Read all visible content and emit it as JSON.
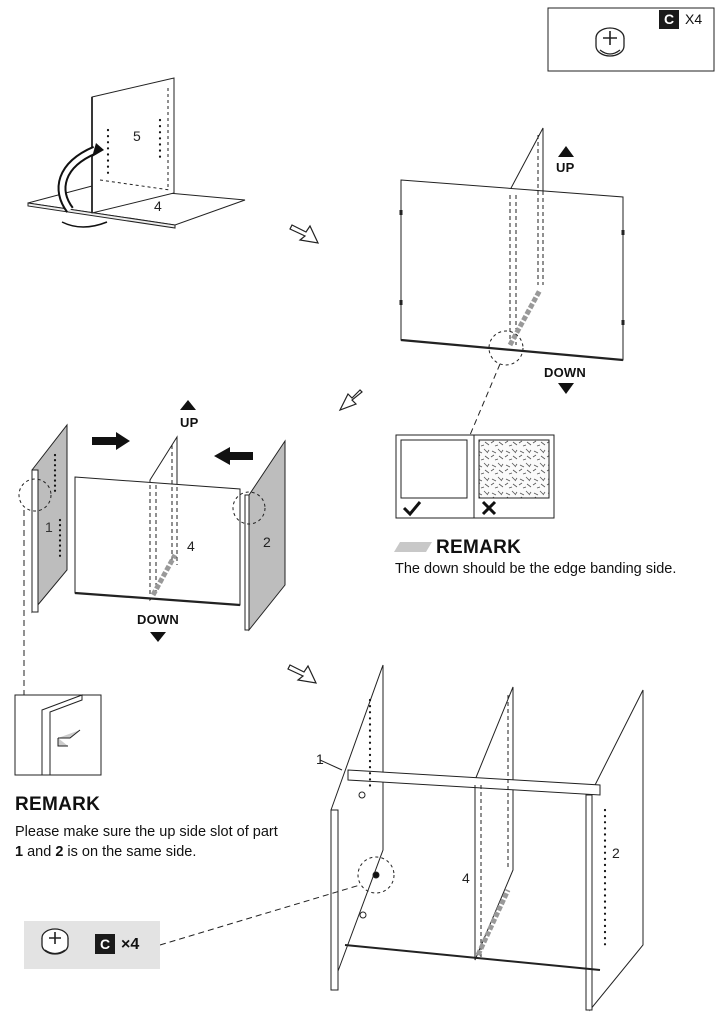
{
  "hardware_box_top": {
    "badge": "C",
    "count": "X4",
    "icon": "cam-lock-icon"
  },
  "hardware_box_bottom": {
    "badge": "C",
    "count": "×4",
    "icon": "cam-lock-icon"
  },
  "step1": {
    "panel_top": "5",
    "panel_bottom": "4"
  },
  "step2": {
    "up_label": "UP",
    "down_label": "DOWN"
  },
  "step3": {
    "up_label": "UP",
    "down_label": "DOWN",
    "left_panel": "1",
    "right_panel": "2",
    "center_panel": "4"
  },
  "step4": {
    "left_panel": "1",
    "right_panel": "2",
    "center_panel": "4"
  },
  "remark_right": {
    "title": "REMARK",
    "text": "The down should be the edge banding side."
  },
  "remark_left": {
    "title": "REMARK",
    "text_before": "Please make sure the up side slot of part ",
    "part_a": "1",
    "text_and": " and ",
    "part_b": "2",
    "text_after": " is on the same side."
  },
  "check_icons": [
    "check-icon",
    "cross-icon"
  ]
}
